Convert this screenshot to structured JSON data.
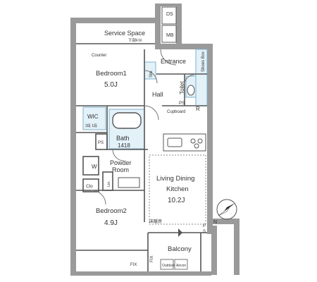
{
  "rooms": {
    "service_space": "Service Space",
    "service_space_sub": "下部FIX",
    "counter": "Counter",
    "bedroom1": "Bedroom1",
    "bedroom1_size": "5.0J",
    "entrance": "Entrance",
    "sto": "Sto.",
    "shoes_box": "Shoes Box",
    "toilet": "Toilet",
    "hall": "Hall",
    "ps_top": "PS",
    "r_mark": "R",
    "cupboard": "Cupboard",
    "wic": "WIC",
    "wic_sub": "2段  1段",
    "bath": "Bath",
    "bath_size": "1418",
    "ps_left": "PS",
    "powder": "Powder",
    "powder_room": "Room",
    "w_mark": "W",
    "lin": "Lin.",
    "clo": "Clo",
    "living1": "Living Dining",
    "living2": "Kitchen",
    "living_size": "10.2J",
    "floor_heating": "床暖房",
    "bedroom2": "Bedroom2",
    "bedroom2_size": "4.9J",
    "balcony": "Balcony",
    "outdoor": "Outdoor",
    "aircon": "Aircon",
    "fix_bottom": "FIX",
    "fix_side": "FIX",
    "ds": "DS",
    "mb": "MB",
    "p_right": "P",
    "s_right": "S",
    "compass_n": "N"
  },
  "colors": {
    "wall": "#9a9a9a",
    "line": "#555555",
    "wet_area": "#e3f1f8",
    "wet_stroke": "#7fb2cc",
    "text": "#333333"
  }
}
